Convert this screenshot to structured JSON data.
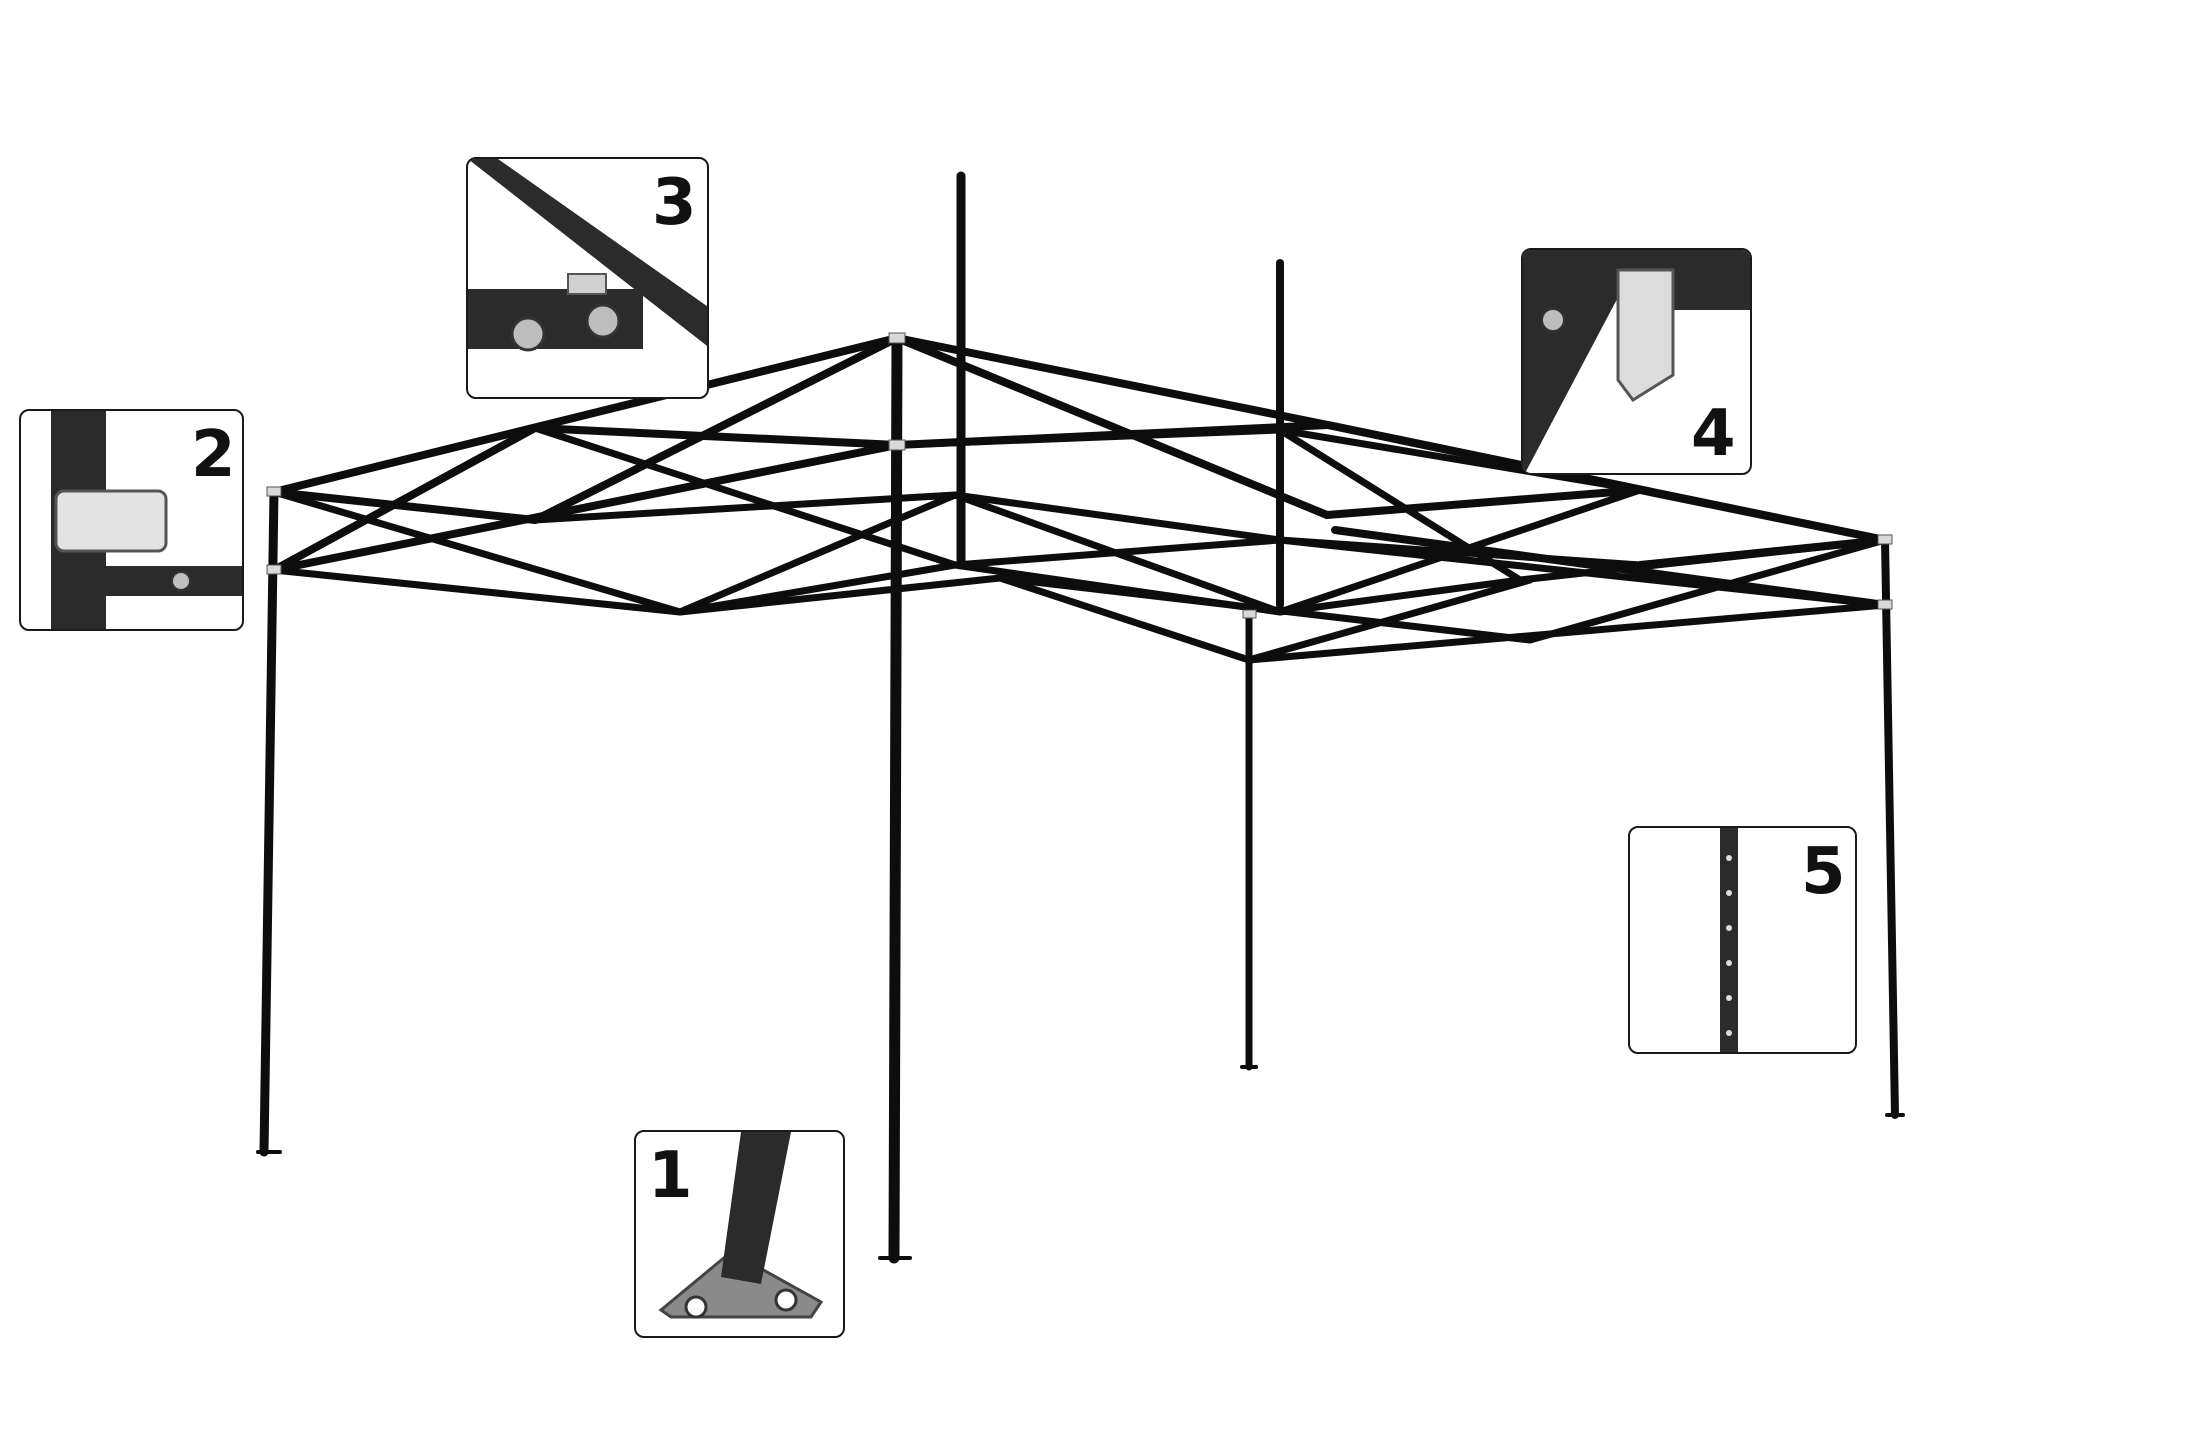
{
  "insets": [
    {
      "label": "1",
      "icon": "base-plate-detail"
    },
    {
      "label": "2",
      "icon": "slider-bracket-detail"
    },
    {
      "label": "3",
      "icon": "truss-bolt-joint-detail"
    },
    {
      "label": "4",
      "icon": "top-corner-bracket-detail"
    },
    {
      "label": "5",
      "icon": "height-adjust-holes-detail"
    }
  ],
  "colors": {
    "frame": "#0d0d0d",
    "background": "#ffffff",
    "steel_texture": "#2b2b2b",
    "connector": "#d8d8d8"
  }
}
